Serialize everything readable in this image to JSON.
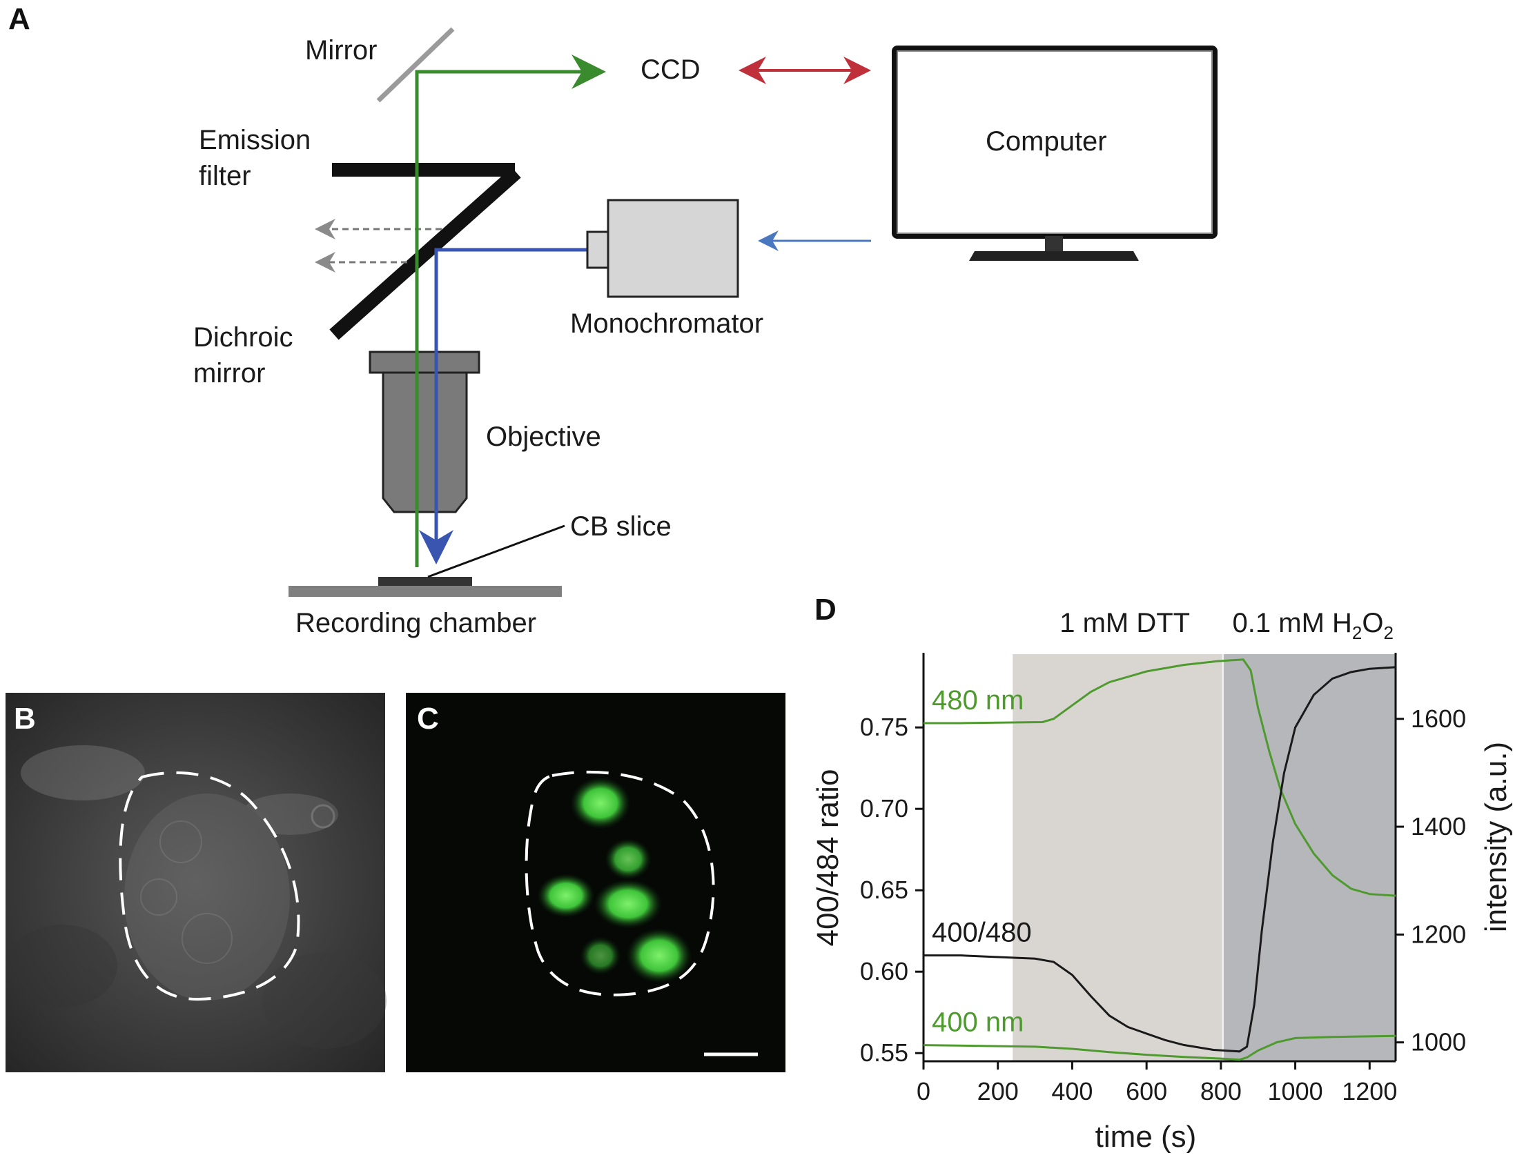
{
  "panels": {
    "a": "A",
    "b": "B",
    "c": "C",
    "d": "D"
  },
  "diagram": {
    "mirror": "Mirror",
    "ccd": "CCD",
    "computer": "Computer",
    "emission_filter": [
      "Emission",
      "filter"
    ],
    "dichroic_mirror": [
      "Dichroic",
      "mirror"
    ],
    "monochromator": "Monochromator",
    "objective": "Objective",
    "cb_slice": "CB slice",
    "recording_chamber": "Recording chamber",
    "colors": {
      "emission_beam": "#3a8a2e",
      "excitation_beam": "#3a55b0",
      "ccd_link": "#c0303a",
      "control_link": "#4a78c0"
    }
  },
  "chart_data": {
    "type": "line",
    "x": {
      "label": "time (s)",
      "range": [
        0,
        1270
      ],
      "ticks": [
        0,
        200,
        400,
        600,
        800,
        1000,
        1200
      ]
    },
    "y_left": {
      "label": "400/484 ratio",
      "range": [
        0.545,
        0.795
      ],
      "ticks": [
        "0.55",
        "0.60",
        "0.65",
        "0.70",
        "0.75"
      ]
    },
    "y_right": {
      "label": "intensity (a.u.)",
      "range": [
        965,
        1720
      ],
      "ticks": [
        "1000",
        "1200",
        "1400",
        "1600"
      ]
    },
    "shaded_regions": [
      {
        "label": "1 mM DTT",
        "start": 240,
        "end": 805,
        "color": "#d9d6d2"
      },
      {
        "label_parts": [
          "0.1 mM H",
          "2",
          "O",
          "2"
        ],
        "start": 805,
        "end": 1270,
        "color": "#b5b7ba"
      }
    ],
    "series": [
      {
        "name": "480 nm",
        "axis": "right",
        "color": "#4e9a2e",
        "points": [
          [
            0,
            1592
          ],
          [
            100,
            1592
          ],
          [
            200,
            1593
          ],
          [
            320,
            1594
          ],
          [
            350,
            1600
          ],
          [
            400,
            1625
          ],
          [
            450,
            1650
          ],
          [
            500,
            1668
          ],
          [
            600,
            1688
          ],
          [
            700,
            1700
          ],
          [
            790,
            1707
          ],
          [
            860,
            1710
          ],
          [
            880,
            1690
          ],
          [
            900,
            1620
          ],
          [
            930,
            1540
          ],
          [
            960,
            1470
          ],
          [
            1000,
            1405
          ],
          [
            1050,
            1350
          ],
          [
            1100,
            1310
          ],
          [
            1150,
            1285
          ],
          [
            1200,
            1275
          ],
          [
            1270,
            1272
          ]
        ]
      },
      {
        "name": "400/480",
        "axis": "left",
        "color": "#1a1a1a",
        "points": [
          [
            0,
            0.61
          ],
          [
            100,
            0.61
          ],
          [
            200,
            0.609
          ],
          [
            300,
            0.608
          ],
          [
            350,
            0.606
          ],
          [
            400,
            0.598
          ],
          [
            450,
            0.585
          ],
          [
            500,
            0.573
          ],
          [
            550,
            0.566
          ],
          [
            600,
            0.562
          ],
          [
            650,
            0.558
          ],
          [
            700,
            0.555
          ],
          [
            780,
            0.552
          ],
          [
            850,
            0.551
          ],
          [
            870,
            0.554
          ],
          [
            890,
            0.58
          ],
          [
            910,
            0.625
          ],
          [
            940,
            0.68
          ],
          [
            970,
            0.722
          ],
          [
            1000,
            0.75
          ],
          [
            1050,
            0.77
          ],
          [
            1100,
            0.78
          ],
          [
            1150,
            0.784
          ],
          [
            1200,
            0.786
          ],
          [
            1270,
            0.787
          ]
        ]
      },
      {
        "name": "400 nm",
        "axis": "right",
        "color": "#4e9a2e",
        "points": [
          [
            0,
            995
          ],
          [
            200,
            993
          ],
          [
            300,
            992
          ],
          [
            400,
            988
          ],
          [
            500,
            982
          ],
          [
            600,
            977
          ],
          [
            700,
            973
          ],
          [
            800,
            970
          ],
          [
            850,
            968
          ],
          [
            870,
            972
          ],
          [
            900,
            985
          ],
          [
            950,
            1000
          ],
          [
            1000,
            1008
          ],
          [
            1100,
            1010
          ],
          [
            1270,
            1012
          ]
        ]
      }
    ]
  }
}
